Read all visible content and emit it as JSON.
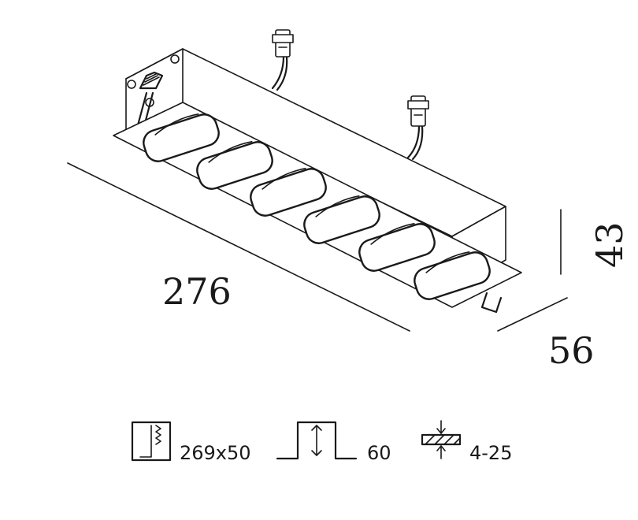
{
  "dimensions": {
    "length": "276",
    "height": "43",
    "width": "56"
  },
  "specs": {
    "cutout": "269x50",
    "depth": "60",
    "ceiling": "4-25"
  },
  "icons": {
    "cutout": "ceiling-cutout-icon",
    "depth": "recess-depth-icon",
    "ceiling": "ceiling-thickness-icon"
  }
}
